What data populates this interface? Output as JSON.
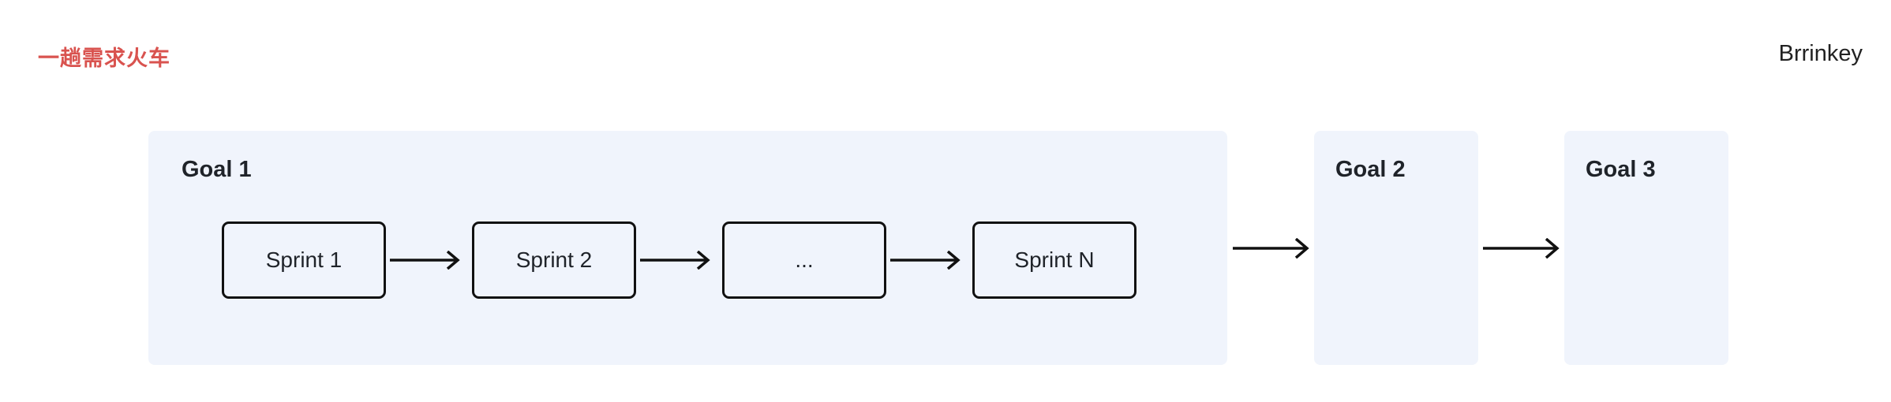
{
  "header": {
    "title": "一趟需求火车",
    "author": "Brrinkey"
  },
  "goals": [
    {
      "label": "Goal 1",
      "sprints": [
        "Sprint 1",
        "Sprint 2",
        "...",
        "Sprint N"
      ]
    },
    {
      "label": "Goal 2"
    },
    {
      "label": "Goal 3"
    }
  ],
  "colors": {
    "title": "#d9534f",
    "goal_background": "#f0f4fc",
    "stroke": "#111111"
  }
}
